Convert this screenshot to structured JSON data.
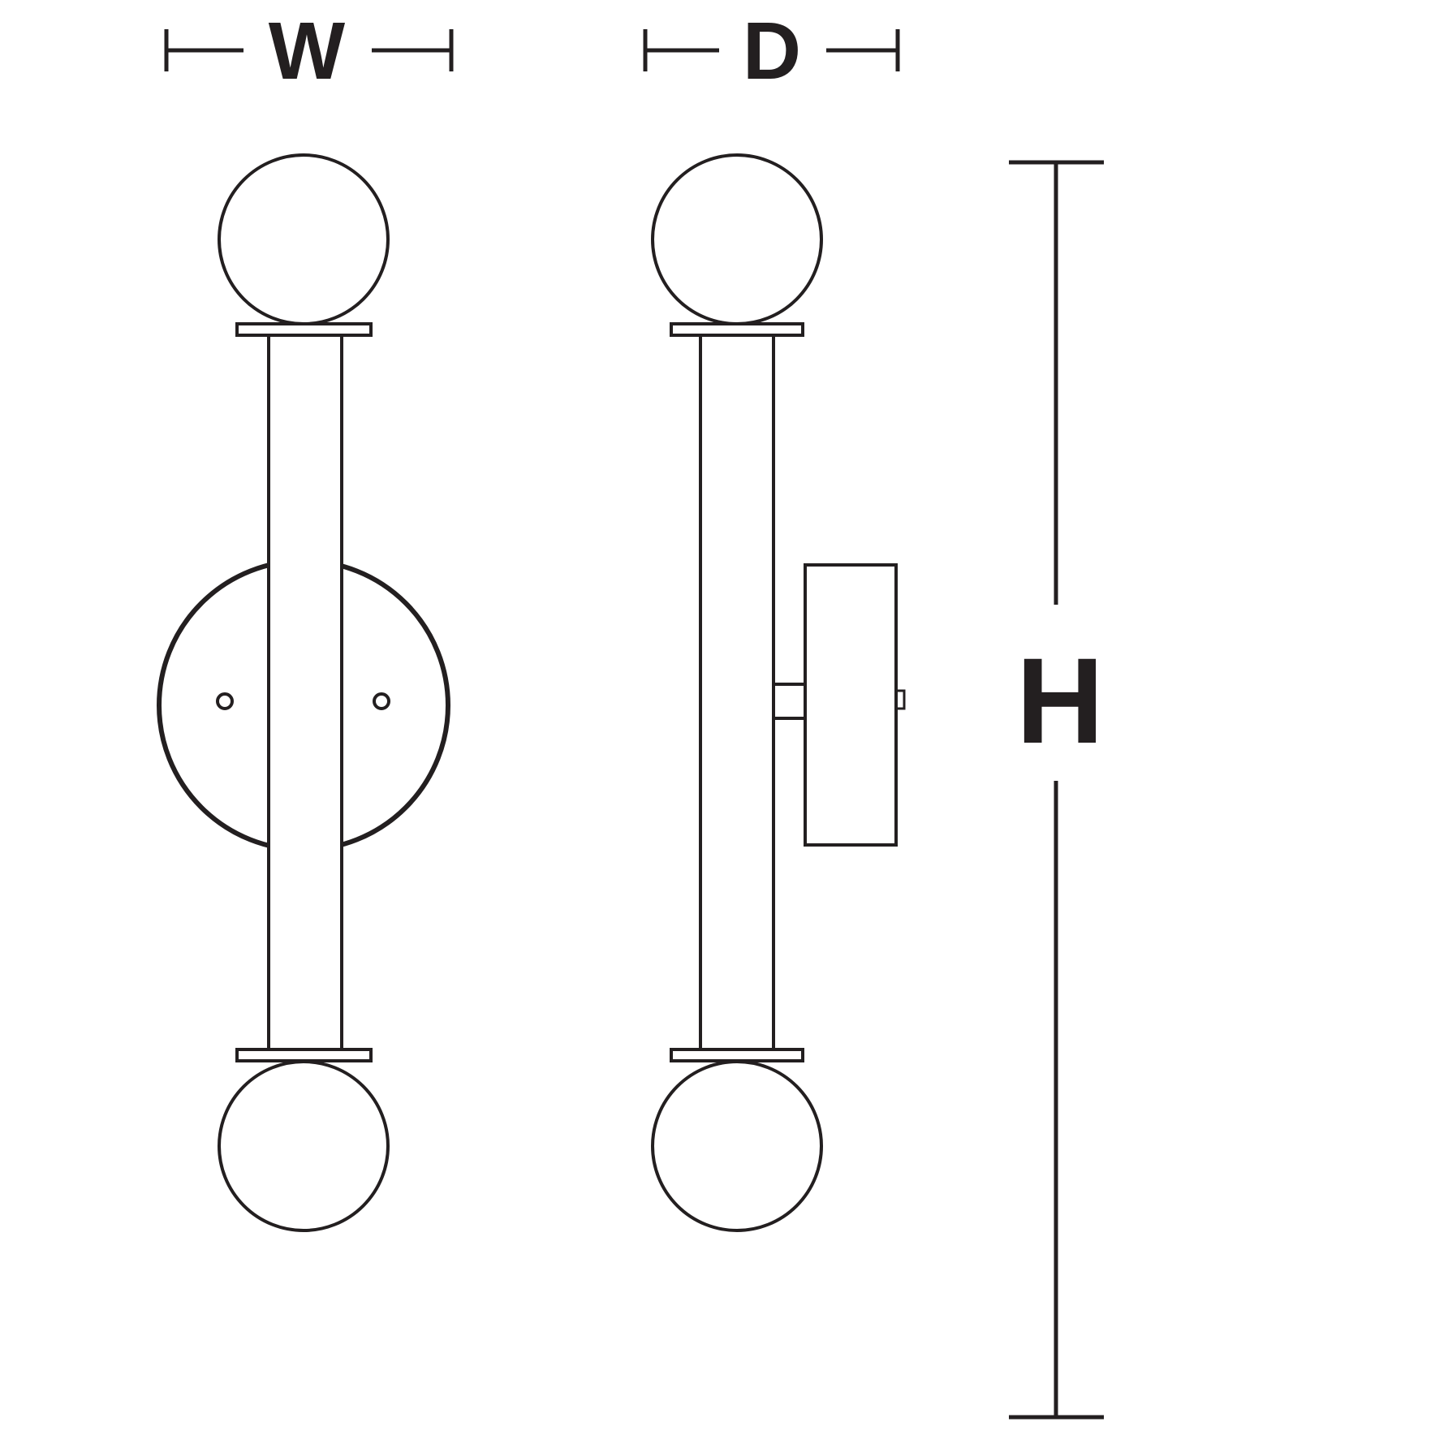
{
  "diagram": {
    "kind": "technical-dimension-drawing",
    "subject": "double-globe cylinder wall sconce shown in front and side elevation views",
    "background_color": "#ffffff",
    "line_color": "#231f20",
    "labels": {
      "width": "W",
      "depth": "D",
      "height": "H"
    },
    "views": [
      {
        "id": "front-view",
        "dimension_label": "W",
        "features": [
          "top-globe",
          "top-flange",
          "vertical-stem",
          "round-wall-canopy",
          "two-screw-holes",
          "bottom-flange",
          "bottom-globe"
        ]
      },
      {
        "id": "side-view",
        "dimension_label": "D",
        "features": [
          "top-globe",
          "top-flange",
          "vertical-stem",
          "rectangular-mount-box",
          "stem-connector",
          "bottom-flange",
          "bottom-globe"
        ]
      }
    ]
  }
}
